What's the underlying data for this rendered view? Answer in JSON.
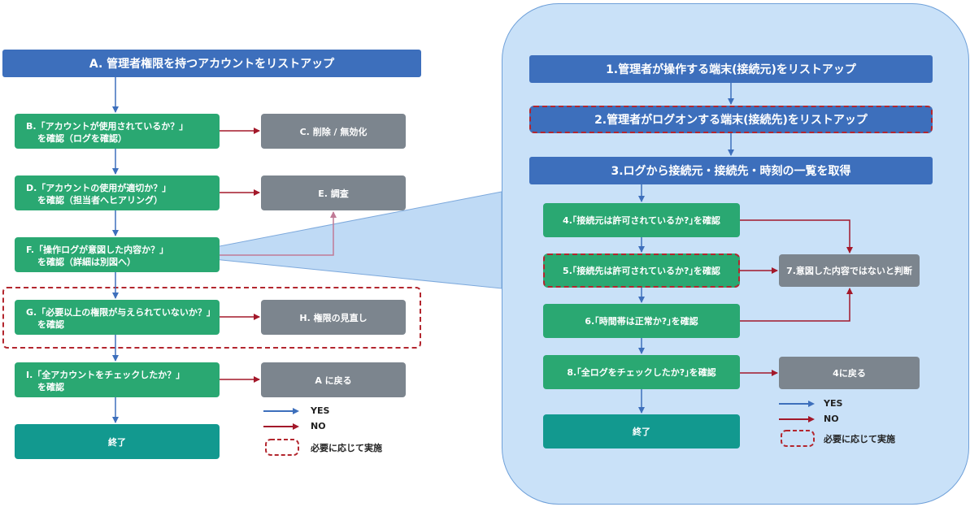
{
  "left": {
    "title": "A. 管理者権限を持つアカウントをリストアップ",
    "b": [
      "B.「アカウントが使用されているか？」",
      "を確認（ログを確認）"
    ],
    "c": "C. 削除 / 無効化",
    "d": [
      "D.「アカウントの使用が適切か？」",
      "を確認（担当者へヒアリング）"
    ],
    "e": "E. 調査",
    "f": [
      "F.「操作ログが意図した内容か？」",
      "を確認（詳細は別図へ）"
    ],
    "g": [
      "G.「必要以上の権限が与えられていないか？」",
      "を確認"
    ],
    "h": "H. 権限の見直し",
    "i": [
      "I.「全アカウントをチェックしたか？」",
      "を確認"
    ],
    "return_a": "A に戻る",
    "end": "終了"
  },
  "right": {
    "step1": "1.管理者が操作する端末(接続元)をリストアップ",
    "step2": "2.管理者がログオンする端末(接続先)をリストアップ",
    "step3": "3.ログから接続元・接続先・時刻の一覧を取得",
    "step4": "4.｢接続元は許可されているか?｣を確認",
    "step5": "5.｢接続先は許可されているか?｣を確認",
    "step6": "6.｢時間帯は正常か?｣を確認",
    "step7": "7.意図した内容ではないと判断",
    "step8": "8.｢全ログをチェックしたか?｣を確認",
    "return_4": "4に戻る",
    "end": "終了"
  },
  "legend": {
    "yes": "YES",
    "no": "NO",
    "optional": "必要に応じて実施"
  },
  "colors": {
    "yes_arrow": "#3d6fbc",
    "no_arrow": "#a3182a",
    "green": "#2aa872",
    "gray": "#7c858e",
    "teal": "#12998f",
    "blue": "#3d6fbc",
    "panel": "#c9e1f8"
  }
}
